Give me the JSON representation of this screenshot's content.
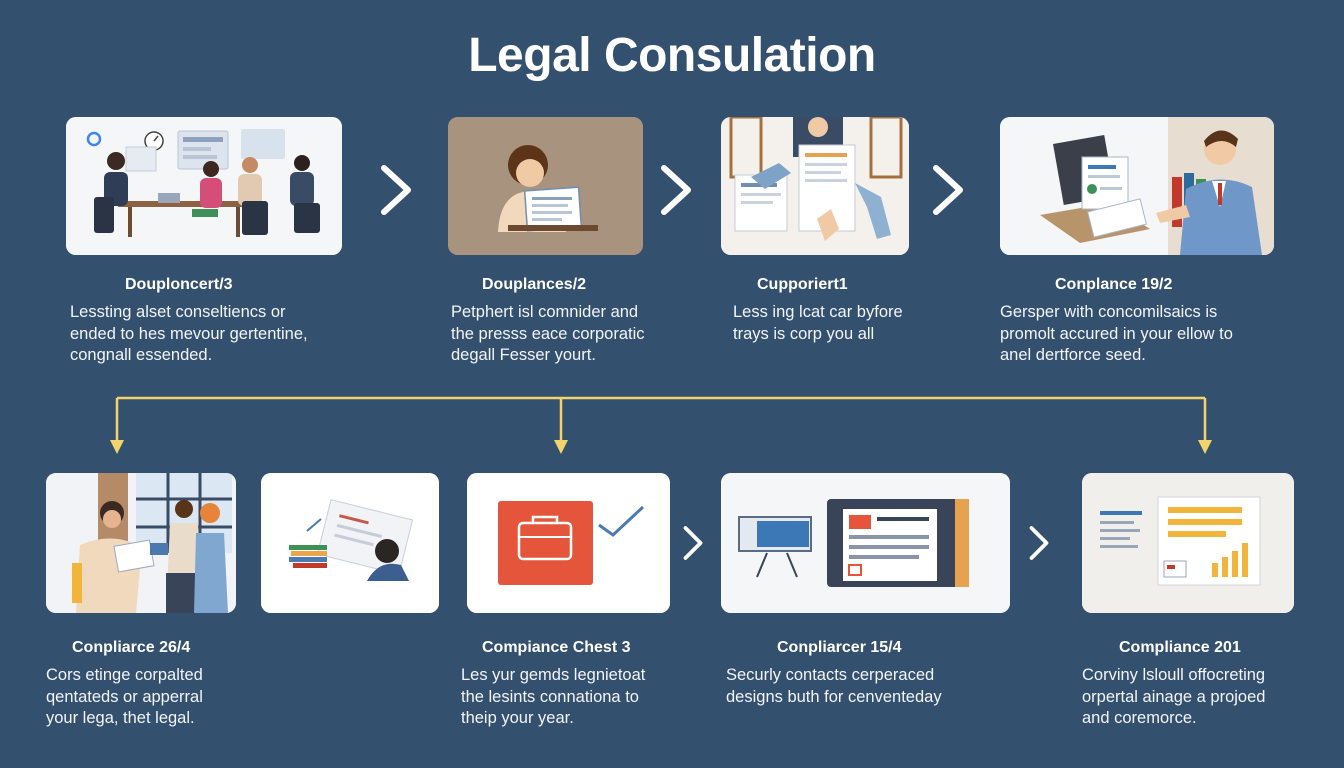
{
  "title": "Legal Consulation",
  "top_steps": [
    {
      "label": "Douploncert/3",
      "desc_lines": [
        "Lessting alset conseltiencs or",
        "ended to hes mevour gertentine,",
        "congnall essended."
      ]
    },
    {
      "label": "Douplances/2",
      "desc_lines": [
        "Petphert isl comnider and",
        "the presss eace corporatic",
        "degall Fesser yourt."
      ]
    },
    {
      "label": "Cupporiert1",
      "desc_lines": [
        "Less ing lcat car byfore",
        "trays is corp you all"
      ]
    },
    {
      "label": "Conplance 19/2",
      "desc_lines": [
        "Gersper with concomilsaics is",
        "promolt accured in your ellow to",
        "anel dertforce seed."
      ]
    }
  ],
  "bottom_steps": [
    {
      "label": "Conpliarce 26/4",
      "desc_lines": [
        "Cors etinge corpalted",
        "qentateds or apperral",
        "your lega, thet legal."
      ]
    },
    {
      "label": "Compiance Chest 3",
      "desc_lines": [
        "Les yur gemds legnietoat",
        "the lesints connationa to",
        "theip your year."
      ]
    },
    {
      "label": "Conpliarcer 15/4",
      "desc_lines": [
        "Securly contacts cerperaced",
        "designs buth for cenventeday"
      ]
    },
    {
      "label": "Compliance 201",
      "desc_lines": [
        "Corviny lsloull offocreting",
        "orpertal ainage a projoed",
        "and coremorce."
      ]
    }
  ],
  "colors": {
    "background": "#34506f",
    "connector": "#f3d36b",
    "arrow": "#ffffff",
    "briefcase": "#e4553b"
  }
}
